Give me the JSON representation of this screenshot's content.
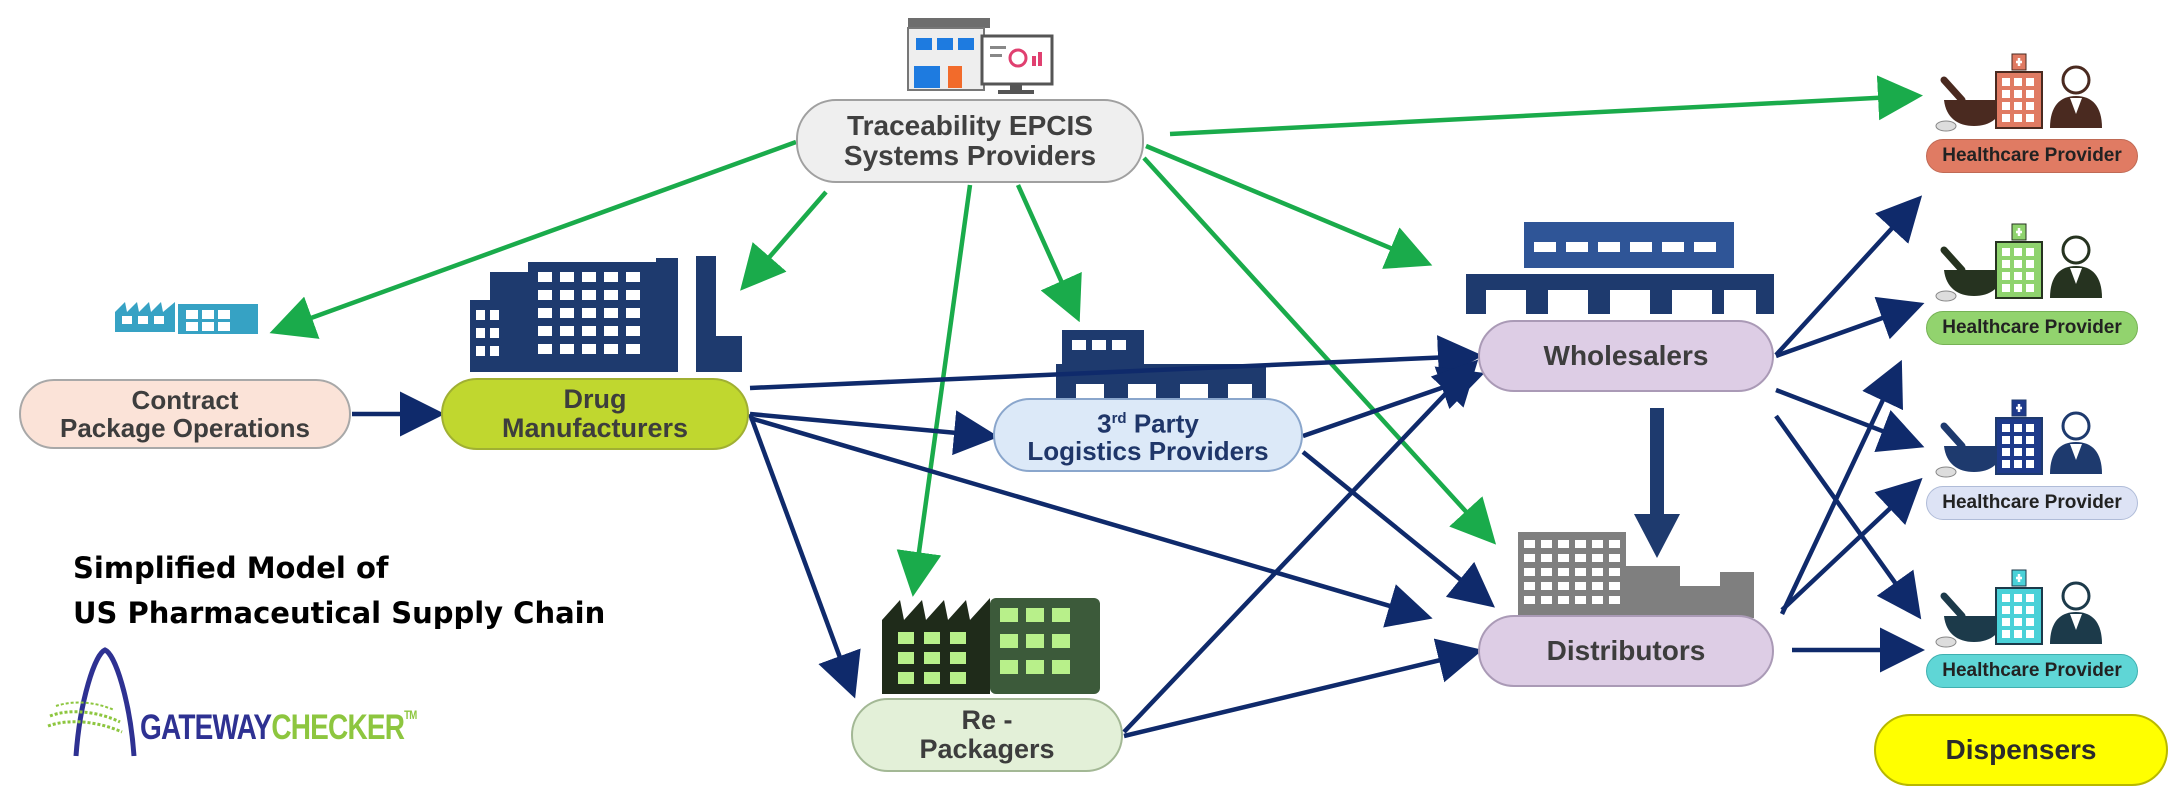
{
  "diagram": {
    "nodes": {
      "epcis": {
        "line1": "Traceability EPCIS",
        "line2": "Systems Providers"
      },
      "contract": {
        "line1": "Contract",
        "line2": "Package Operations"
      },
      "drug": {
        "line1": "Drug",
        "line2": "Manufacturers"
      },
      "third_party": {
        "line1_base": "3",
        "line1_sup": "rd",
        "line1_rest": " Party",
        "line2": "Logistics Providers"
      },
      "repackagers": {
        "line1": "Re -",
        "line2": "Packagers"
      },
      "wholesalers": {
        "label": "Wholesalers"
      },
      "distributors": {
        "label": "Distributors"
      },
      "dispensers": {
        "label": "Dispensers"
      }
    },
    "healthcare_providers": [
      {
        "label": "Healthcare Provider",
        "color": "#e07b63"
      },
      {
        "label": "Healthcare Provider",
        "color": "#92d36e"
      },
      {
        "label": "Healthcare Provider",
        "color": "#dde3f5"
      },
      {
        "label": "Healthcare Provider",
        "color": "#5fd6d6"
      }
    ],
    "caption": {
      "line1": "Simplified Model of",
      "line2": "US Pharmaceutical Supply Chain"
    },
    "logo": {
      "part1": "GATEWAY",
      "part2": "CHECKER",
      "tm": "TM"
    },
    "colors": {
      "green_arrow": "#1aab4b",
      "navy_arrow": "#0f2a6b",
      "navy_building": "#1e3a6e",
      "teal_building": "#36a2c4"
    },
    "icons": [
      "computer-systems-icon",
      "factory-icon",
      "manufacturer-building-icon",
      "warehouse-icon",
      "wholesale-warehouse-icon",
      "distributor-building-icon",
      "repackager-factory-icon",
      "mortar-pestle-icon",
      "hospital-icon",
      "doctor-icon"
    ]
  }
}
